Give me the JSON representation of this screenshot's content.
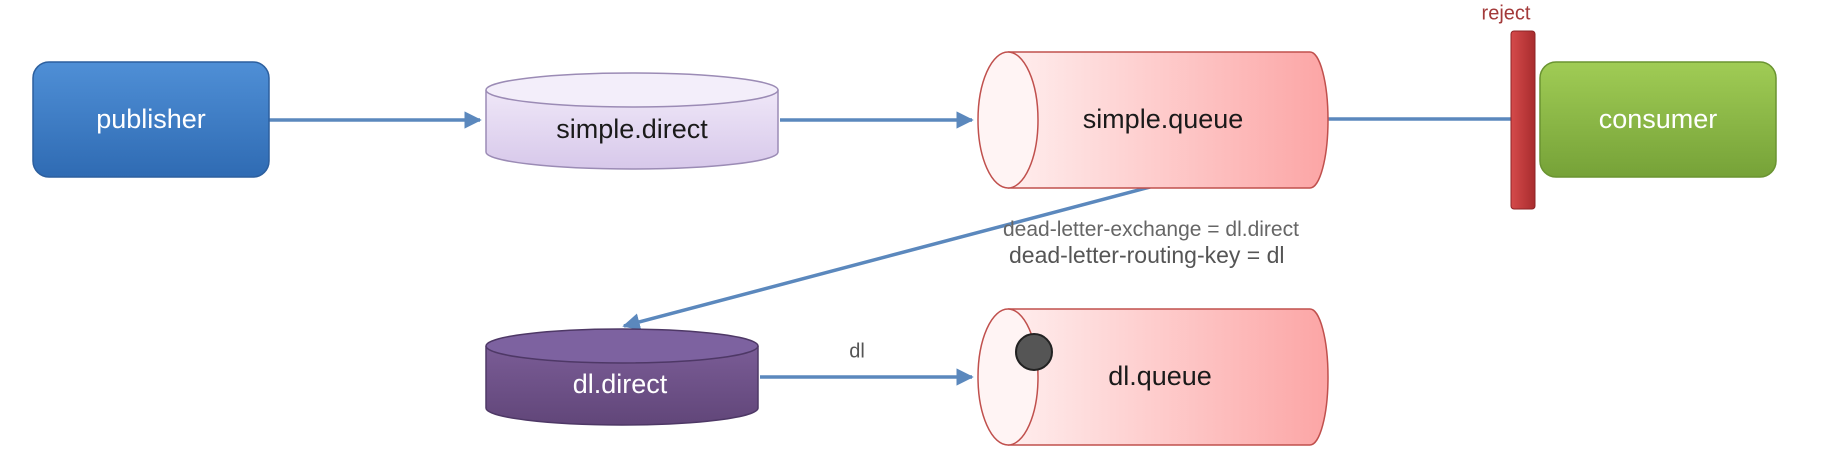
{
  "nodes": {
    "publisher": "publisher",
    "simple_exchange": "simple.direct",
    "simple_queue": "simple.queue",
    "consumer": "consumer",
    "dl_exchange": "dl.direct",
    "dl_queue": "dl.queue"
  },
  "labels": {
    "reject": "reject",
    "dead_letter_exchange": "dead-letter-exchange = dl.direct",
    "dead_letter_routing_key": "dead-letter-routing-key = dl",
    "routing_key": "dl"
  },
  "colors": {
    "arrow": "#5b88bd",
    "publisher": "#3d7cc5",
    "consumer": "#8db84a",
    "simple_exchange": "#e0d4ef",
    "dl_exchange": "#6c4f88",
    "queue": "#fcc9c9",
    "queue_stroke": "#c0504d",
    "reject_bar": "#c0393b",
    "reject_text": "#a33a3a",
    "message": "#555555"
  }
}
